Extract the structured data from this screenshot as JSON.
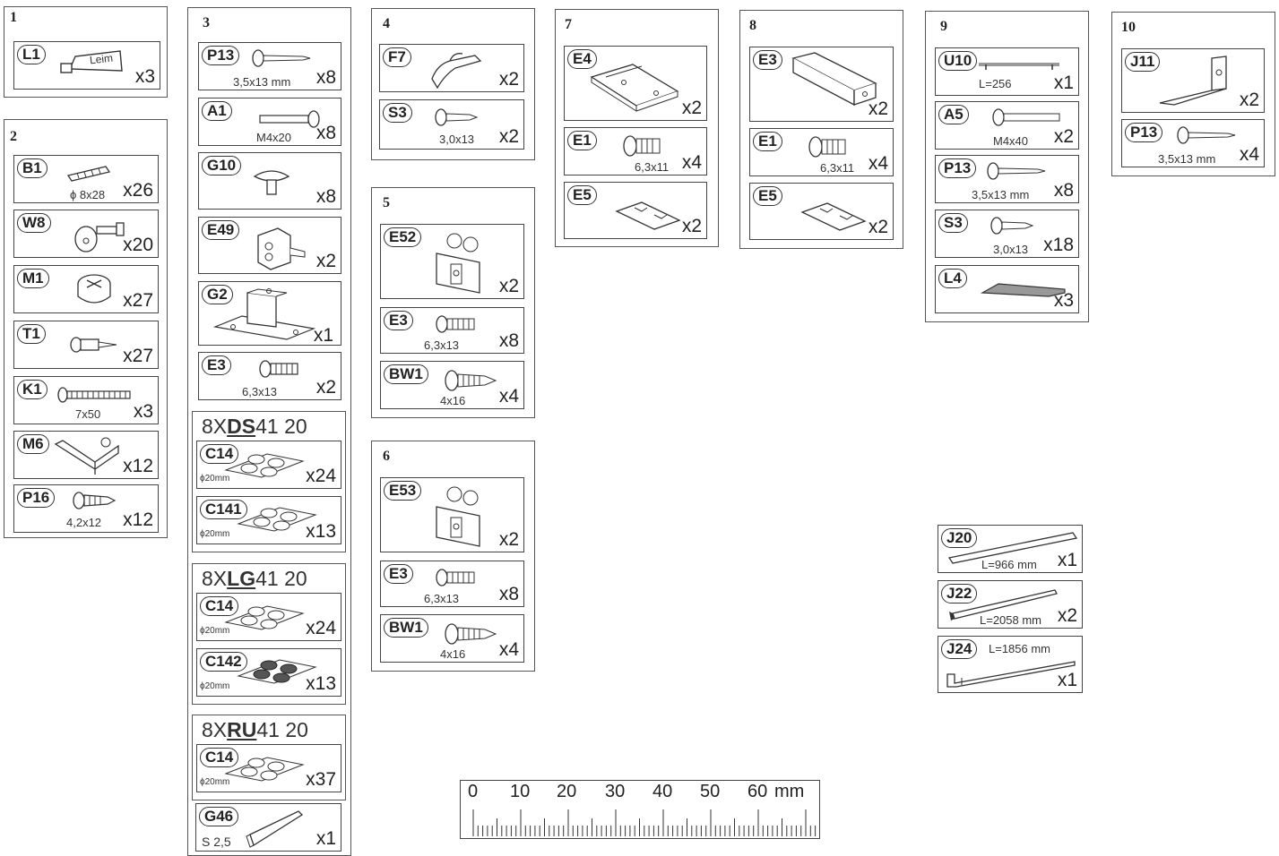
{
  "groups": {
    "g1": {
      "num": "1",
      "items": [
        {
          "code": "L1",
          "qty": "x3",
          "print": "Leim"
        }
      ]
    },
    "g2": {
      "num": "2",
      "items": [
        {
          "code": "B1",
          "qty": "x26",
          "dim": "ϕ 8x28"
        },
        {
          "code": "W8",
          "qty": "x20"
        },
        {
          "code": "M1",
          "qty": "x27"
        },
        {
          "code": "T1",
          "qty": "x27"
        },
        {
          "code": "K1",
          "qty": "x3",
          "dim": "7x50"
        },
        {
          "code": "M6",
          "qty": "x12"
        },
        {
          "code": "P16",
          "qty": "x12",
          "dim": "4,2x12"
        }
      ]
    },
    "g3": {
      "num": "3",
      "items": [
        {
          "code": "P13",
          "qty": "x8",
          "dim": "3,5x13 mm"
        },
        {
          "code": "A1",
          "qty": "x8",
          "dim": "M4x20"
        },
        {
          "code": "G10",
          "qty": "x8"
        },
        {
          "code": "E49",
          "qty": "x2"
        },
        {
          "code": "G2",
          "qty": "x1"
        },
        {
          "code": "E3",
          "qty": "x2",
          "dim": "6,3x13"
        }
      ],
      "sets": [
        {
          "prefix": "8X",
          "bold": "DS",
          "suffix": "41 20",
          "items": [
            {
              "code": "C14",
              "qty": "x24",
              "dim": "ϕ20mm"
            },
            {
              "code": "C141",
              "qty": "x13",
              "dim": "ϕ20mm"
            }
          ]
        },
        {
          "prefix": "8X",
          "bold": "LG",
          "suffix": "41 20",
          "items": [
            {
              "code": "C14",
              "qty": "x24",
              "dim": "ϕ20mm"
            },
            {
              "code": "C142",
              "qty": "x13",
              "dim": "ϕ20mm"
            }
          ]
        },
        {
          "prefix": "8X",
          "bold": "RU",
          "suffix": "41 20",
          "items": [
            {
              "code": "C14",
              "qty": "x37",
              "dim": "ϕ20mm"
            }
          ]
        }
      ],
      "last": {
        "code": "G46",
        "qty": "x1",
        "dim": "S 2,5"
      }
    },
    "g4": {
      "num": "4",
      "items": [
        {
          "code": "F7",
          "qty": "x2"
        },
        {
          "code": "S3",
          "qty": "x2",
          "dim": "3,0x13"
        }
      ]
    },
    "g5": {
      "num": "5",
      "items": [
        {
          "code": "E52",
          "qty": "x2"
        },
        {
          "code": "E3",
          "qty": "x8",
          "dim": "6,3x13"
        },
        {
          "code": "BW1",
          "qty": "x4",
          "dim": "4x16"
        }
      ]
    },
    "g6": {
      "num": "6",
      "items": [
        {
          "code": "E53",
          "qty": "x2"
        },
        {
          "code": "E3",
          "qty": "x8",
          "dim": "6,3x13"
        },
        {
          "code": "BW1",
          "qty": "x4",
          "dim": "4x16"
        }
      ]
    },
    "g7": {
      "num": "7",
      "items": [
        {
          "code": "E4",
          "qty": "x2"
        },
        {
          "code": "E1",
          "qty": "x4",
          "dim": "6,3x11"
        },
        {
          "code": "E5",
          "qty": "x2"
        }
      ]
    },
    "g8": {
      "num": "8",
      "items": [
        {
          "code": "E3",
          "qty": "x2"
        },
        {
          "code": "E1",
          "qty": "x4",
          "dim": "6,3x11"
        },
        {
          "code": "E5",
          "qty": "x2"
        }
      ]
    },
    "g9": {
      "num": "9",
      "items": [
        {
          "code": "U10",
          "qty": "x1",
          "dim": "L=256"
        },
        {
          "code": "A5",
          "qty": "x2",
          "dim": "M4x40"
        },
        {
          "code": "P13",
          "qty": "x8",
          "dim": "3,5x13 mm"
        },
        {
          "code": "S3",
          "qty": "x18",
          "dim": "3,0x13"
        },
        {
          "code": "L4",
          "qty": "x3"
        }
      ]
    },
    "g10": {
      "num": "10",
      "items": [
        {
          "code": "J11",
          "qty": "x2"
        },
        {
          "code": "P13",
          "qty": "x4",
          "dim": "3,5x13 mm"
        }
      ]
    }
  },
  "rails": [
    {
      "code": "J20",
      "qty": "x1",
      "dim": "L=966 mm"
    },
    {
      "code": "J22",
      "qty": "x2",
      "dim": "L=2058 mm"
    },
    {
      "code": "J24",
      "qty": "x1",
      "dim": "L=1856 mm"
    }
  ],
  "ruler": {
    "labels": [
      "0",
      "10",
      "20",
      "30",
      "40",
      "50",
      "60"
    ],
    "unit": "mm"
  }
}
